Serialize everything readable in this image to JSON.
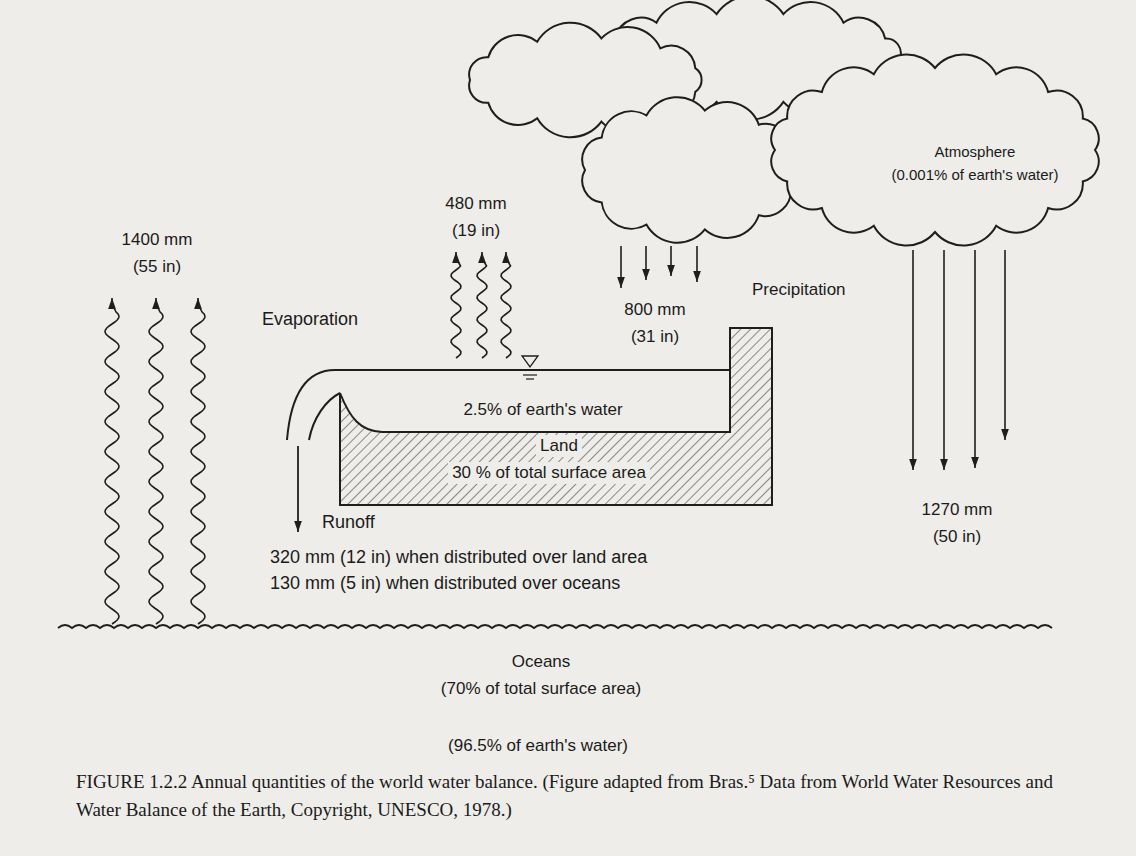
{
  "diagram": {
    "caption": "FIGURE 1.2.2 Annual quantities of the world water balance. (Figure adapted from Bras.⁵ Data from World Water Resources and Water Balance of the Earth, Copyright, UNESCO, 1978.)",
    "nodes": [
      {
        "text": [
          "Atmosphere (0.001% of earth's water)"
        ]
      }
    ],
    "labels": [
      "1400 mm (55 in)",
      "480 mm (19 in)",
      "Evaporation",
      "800 mm (31 in)",
      "Precipitation",
      "2.5% of earth's water",
      "Land",
      "30 % of total surface area",
      "Runoff",
      "320 mm (12 in) when distributed over land area",
      "130 mm (5 in) when distributed over oceans",
      "1270 mm (50 in)",
      "Oceans (70% of total surface area)",
      "(96.5% of earth's water)"
    ]
  }
}
